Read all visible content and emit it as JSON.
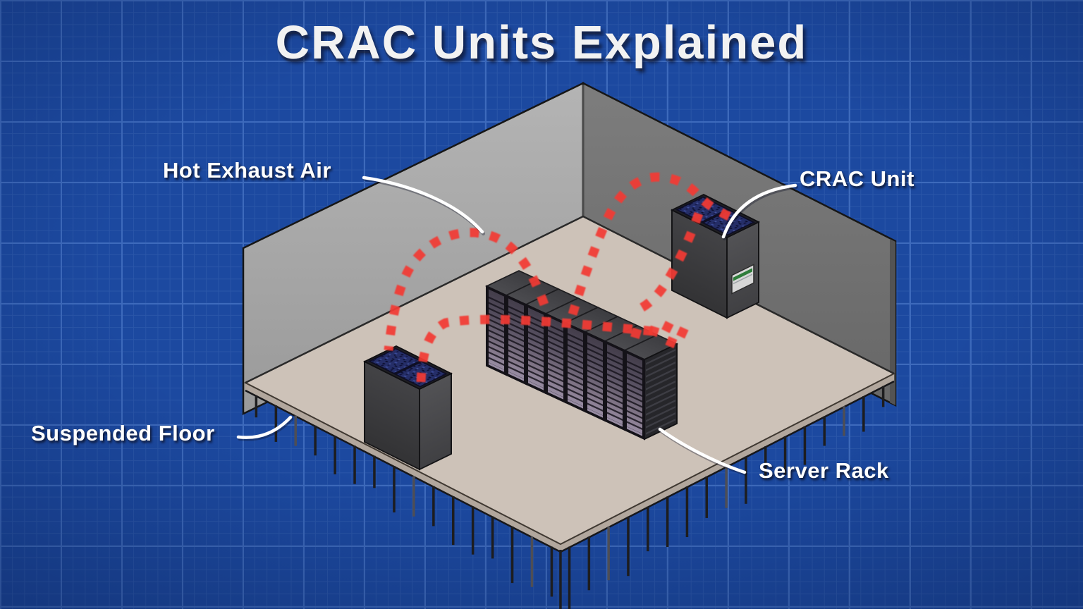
{
  "title": "CRAC Units Explained",
  "labels": {
    "hot_exhaust_air": "Hot Exhaust Air",
    "crac_unit": "CRAC Unit",
    "suspended_floor": "Suspended Floor",
    "server_rack": "Server Rack"
  },
  "scene": {
    "style": "isometric blueprint cutaway of a data center room",
    "airflow": {
      "meaning": "hot exhaust air flow",
      "line_style": "dotted",
      "color": "#f23b33",
      "path_count": 4
    },
    "server_rack_count": 8,
    "crac_unit_count": 2,
    "vents_per_crac_unit": 2,
    "floor_legs": {
      "left_edge": 16,
      "right_edge": 17
    }
  },
  "palette": {
    "background_blue": "#1c49a0",
    "grid_minor": "#2a56a8",
    "grid_major": "#3d6abc",
    "left_wall": "#aeaeae",
    "right_wall": "#747474",
    "floor_top": "#cdc2b8",
    "floor_edge": "#b2a79d",
    "leg_dark": "#1d1d1f",
    "unit_body_dark": "#3a3a3c",
    "unit_body_light": "#4a4a4d",
    "vent_navy": "#252e68",
    "rack_slot_mauve": "#8b7f96",
    "display_green": "#2e7d3a",
    "hot_air_red": "#f23b33",
    "callout_white": "#ffffff"
  }
}
